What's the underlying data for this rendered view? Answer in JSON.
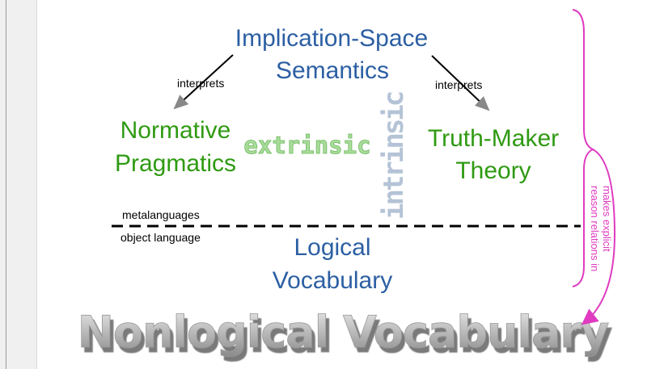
{
  "top_node": {
    "line1": "Implication-Space",
    "line2": "Semantics"
  },
  "left_node": {
    "line1": "Normative",
    "line2": "Pragmatics"
  },
  "right_node": {
    "line1": "Truth-Maker",
    "line2": "Theory"
  },
  "bottom_node": {
    "line1": "Logical",
    "line2": "Vocabulary"
  },
  "left_arrow_label": "interprets",
  "right_arrow_label": "interprets",
  "extrinsic_label": "extrinsic",
  "intrinsic_label": "intrinsic",
  "divider": {
    "above": "metalanguages",
    "below": "object language"
  },
  "base_label": "Nonlogical Vocabulary",
  "brace_label": {
    "line1": "makes explicit",
    "line2": "reason relations in"
  },
  "colors": {
    "blue": "#2c5fa3",
    "green": "#2f9a12",
    "magenta": "#e03bc0",
    "extrinsic": "#9ad48c",
    "intrinsic": "#b4c3d6"
  }
}
